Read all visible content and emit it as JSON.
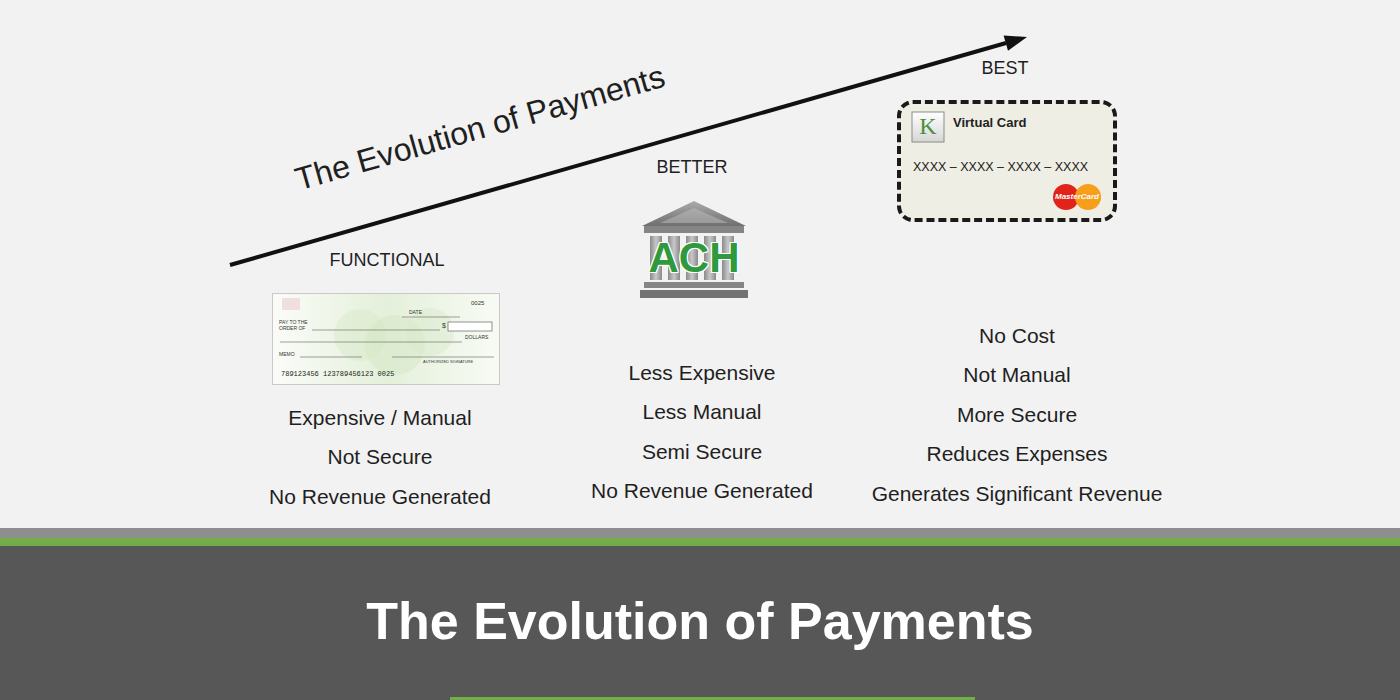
{
  "diagram": {
    "title": "The Evolution of Payments",
    "nodes": [
      {
        "text": [
          "0025",
          "DATE",
          "PAY TO THE ORDER OF",
          "$",
          "DOLLARS",
          "MEMO",
          "AUTHORIZED SIGNATURE",
          "789123456 123789456123 0025"
        ]
      },
      {
        "text": [
          "ACH"
        ]
      },
      {
        "text": [
          "K",
          "Virtual Card",
          "XXXX – XXXX – XXXX – XXXX",
          "MasterCard"
        ]
      }
    ],
    "labels": [
      "The Evolution of Payments",
      "FUNCTIONAL",
      "Expensive / Manual",
      "Not Secure",
      "No Revenue Generated",
      "BETTER",
      "Less Expensive",
      "Less Manual",
      "Semi Secure",
      "No Revenue Generated",
      "BEST",
      "No Cost",
      "Not Manual",
      "More Secure",
      "Reduces Expenses",
      "Generates Significant Revenue"
    ]
  }
}
